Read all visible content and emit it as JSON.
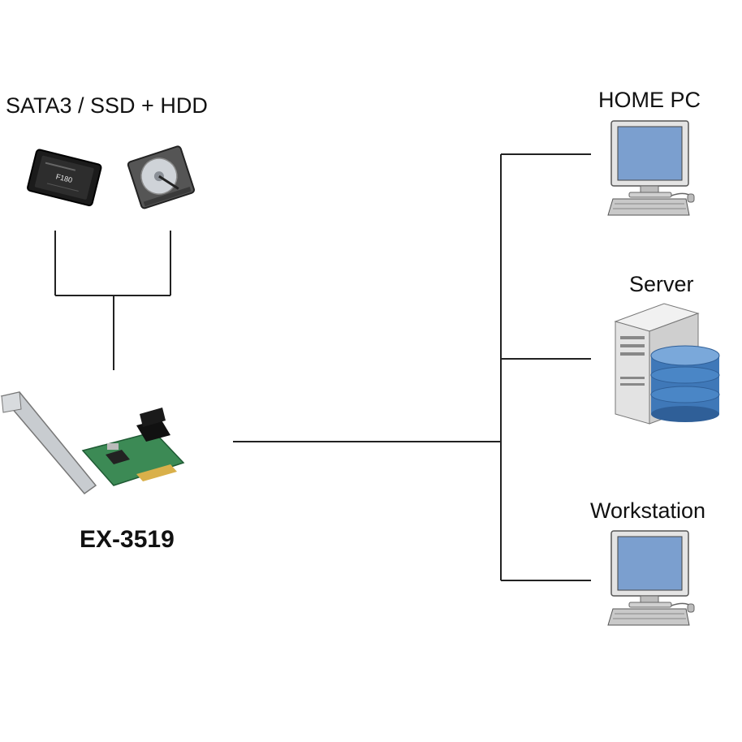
{
  "labels": {
    "storage": "SATA3 / SSD + HDD",
    "card": "EX-3519",
    "home_pc": "HOME PC",
    "server": "Server",
    "workstation": "Workstation"
  },
  "ssd_label": "F180",
  "colors": {
    "line": "#222222",
    "screen": "#7b9fcf",
    "pcb": "#3c8a55",
    "database": "#3f78b8"
  }
}
